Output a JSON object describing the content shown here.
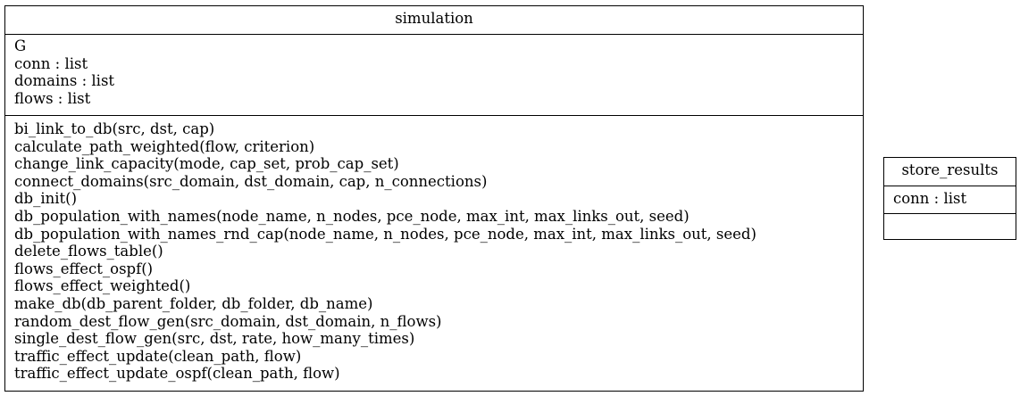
{
  "classes": {
    "simulation": {
      "name": "simulation",
      "attributes": [
        "G",
        "conn : list",
        "domains : list",
        "flows : list"
      ],
      "methods": [
        "bi_link_to_db(src, dst, cap)",
        "calculate_path_weighted(flow, criterion)",
        "change_link_capacity(mode, cap_set, prob_cap_set)",
        "connect_domains(src_domain, dst_domain, cap, n_connections)",
        "db_init()",
        "db_population_with_names(node_name, n_nodes, pce_node, max_int, max_links_out, seed)",
        "db_population_with_names_rnd_cap(node_name, n_nodes, pce_node, max_int, max_links_out, seed)",
        "delete_flows_table()",
        "flows_effect_ospf()",
        "flows_effect_weighted()",
        "make_db(db_parent_folder, db_folder, db_name)",
        "random_dest_flow_gen(src_domain, dst_domain, n_flows)",
        "single_dest_flow_gen(src, dst, rate, how_many_times)",
        "traffic_effect_update(clean_path, flow)",
        "traffic_effect_update_ospf(clean_path, flow)"
      ]
    },
    "store_results": {
      "name": "store_results",
      "attributes": [
        "conn : list"
      ],
      "methods": []
    }
  }
}
